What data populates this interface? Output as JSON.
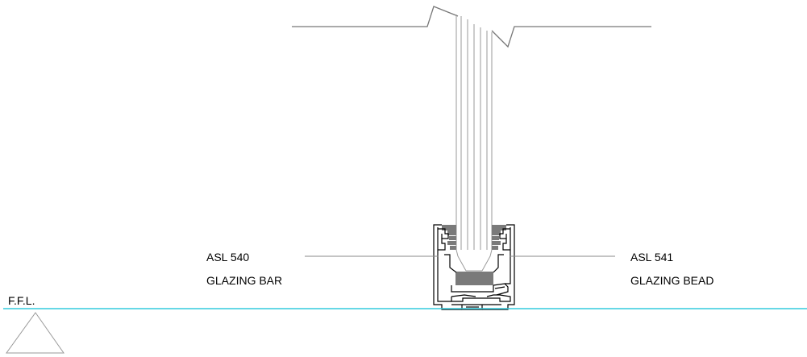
{
  "drawing": {
    "labels": {
      "left": {
        "code": "ASL 540",
        "name": "GLAZING BAR"
      },
      "right": {
        "code": "ASL 541",
        "name": "GLAZING BEAD"
      },
      "floor_level": "F.F.L."
    },
    "colors": {
      "linework": "#000000",
      "glass": "#9a9a9a",
      "gasket": "#7a7a7a",
      "setting_block": "#7a7a7a",
      "floor_line": "#33ccdd",
      "leader": "#888888",
      "break_line": "#777777",
      "datum_symbol": "#999999"
    }
  }
}
